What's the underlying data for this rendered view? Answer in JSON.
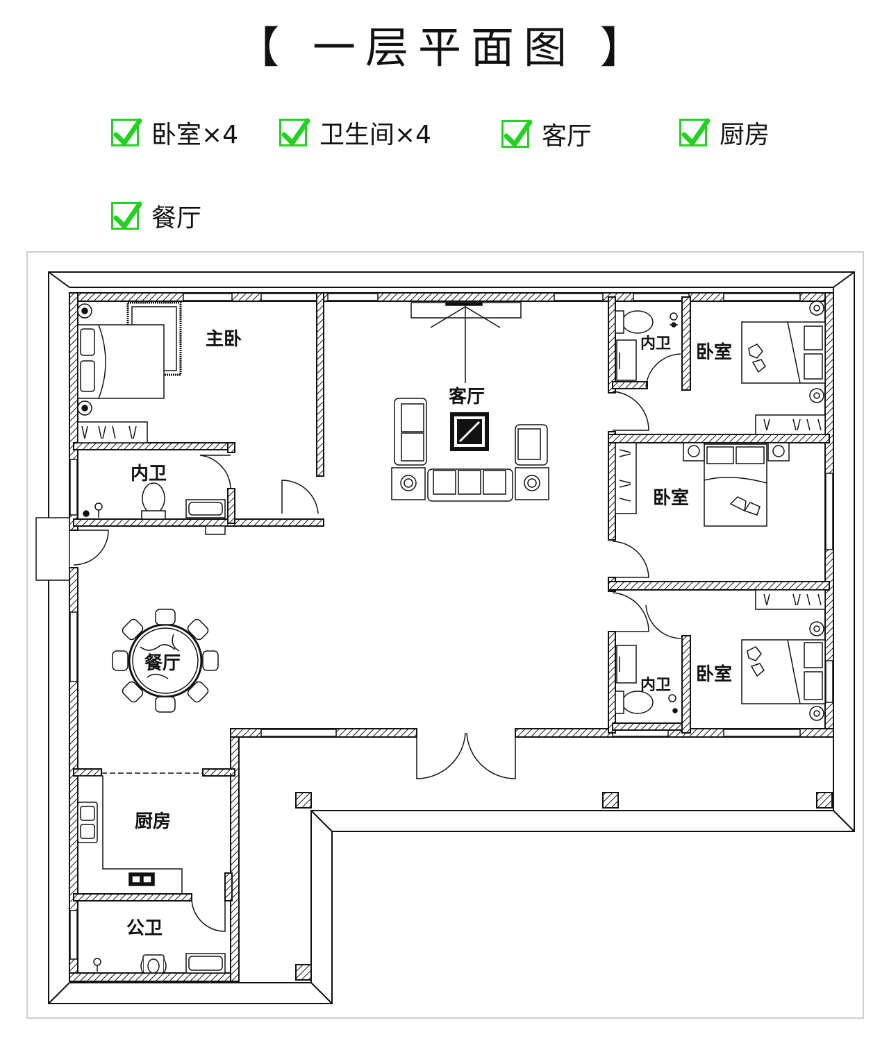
{
  "title": "【 一层平面图 】",
  "features": [
    {
      "label": "卧室×4"
    },
    {
      "label": "卫生间×4"
    },
    {
      "label": "客厅"
    },
    {
      "label": "厨房"
    },
    {
      "label": "餐厅"
    }
  ],
  "check_color": "#22d122",
  "rooms": {
    "master_bedroom": "主卧",
    "master_bath": "内卫",
    "living_room": "客厅",
    "bath_top_right": "内卫",
    "bedroom_top_right": "卧室",
    "bedroom_middle": "卧室",
    "bath_bottom_right": "内卫",
    "bedroom_bottom_right": "卧室",
    "dining_room": "餐厅",
    "kitchen": "厨房",
    "public_bath": "公卫"
  }
}
